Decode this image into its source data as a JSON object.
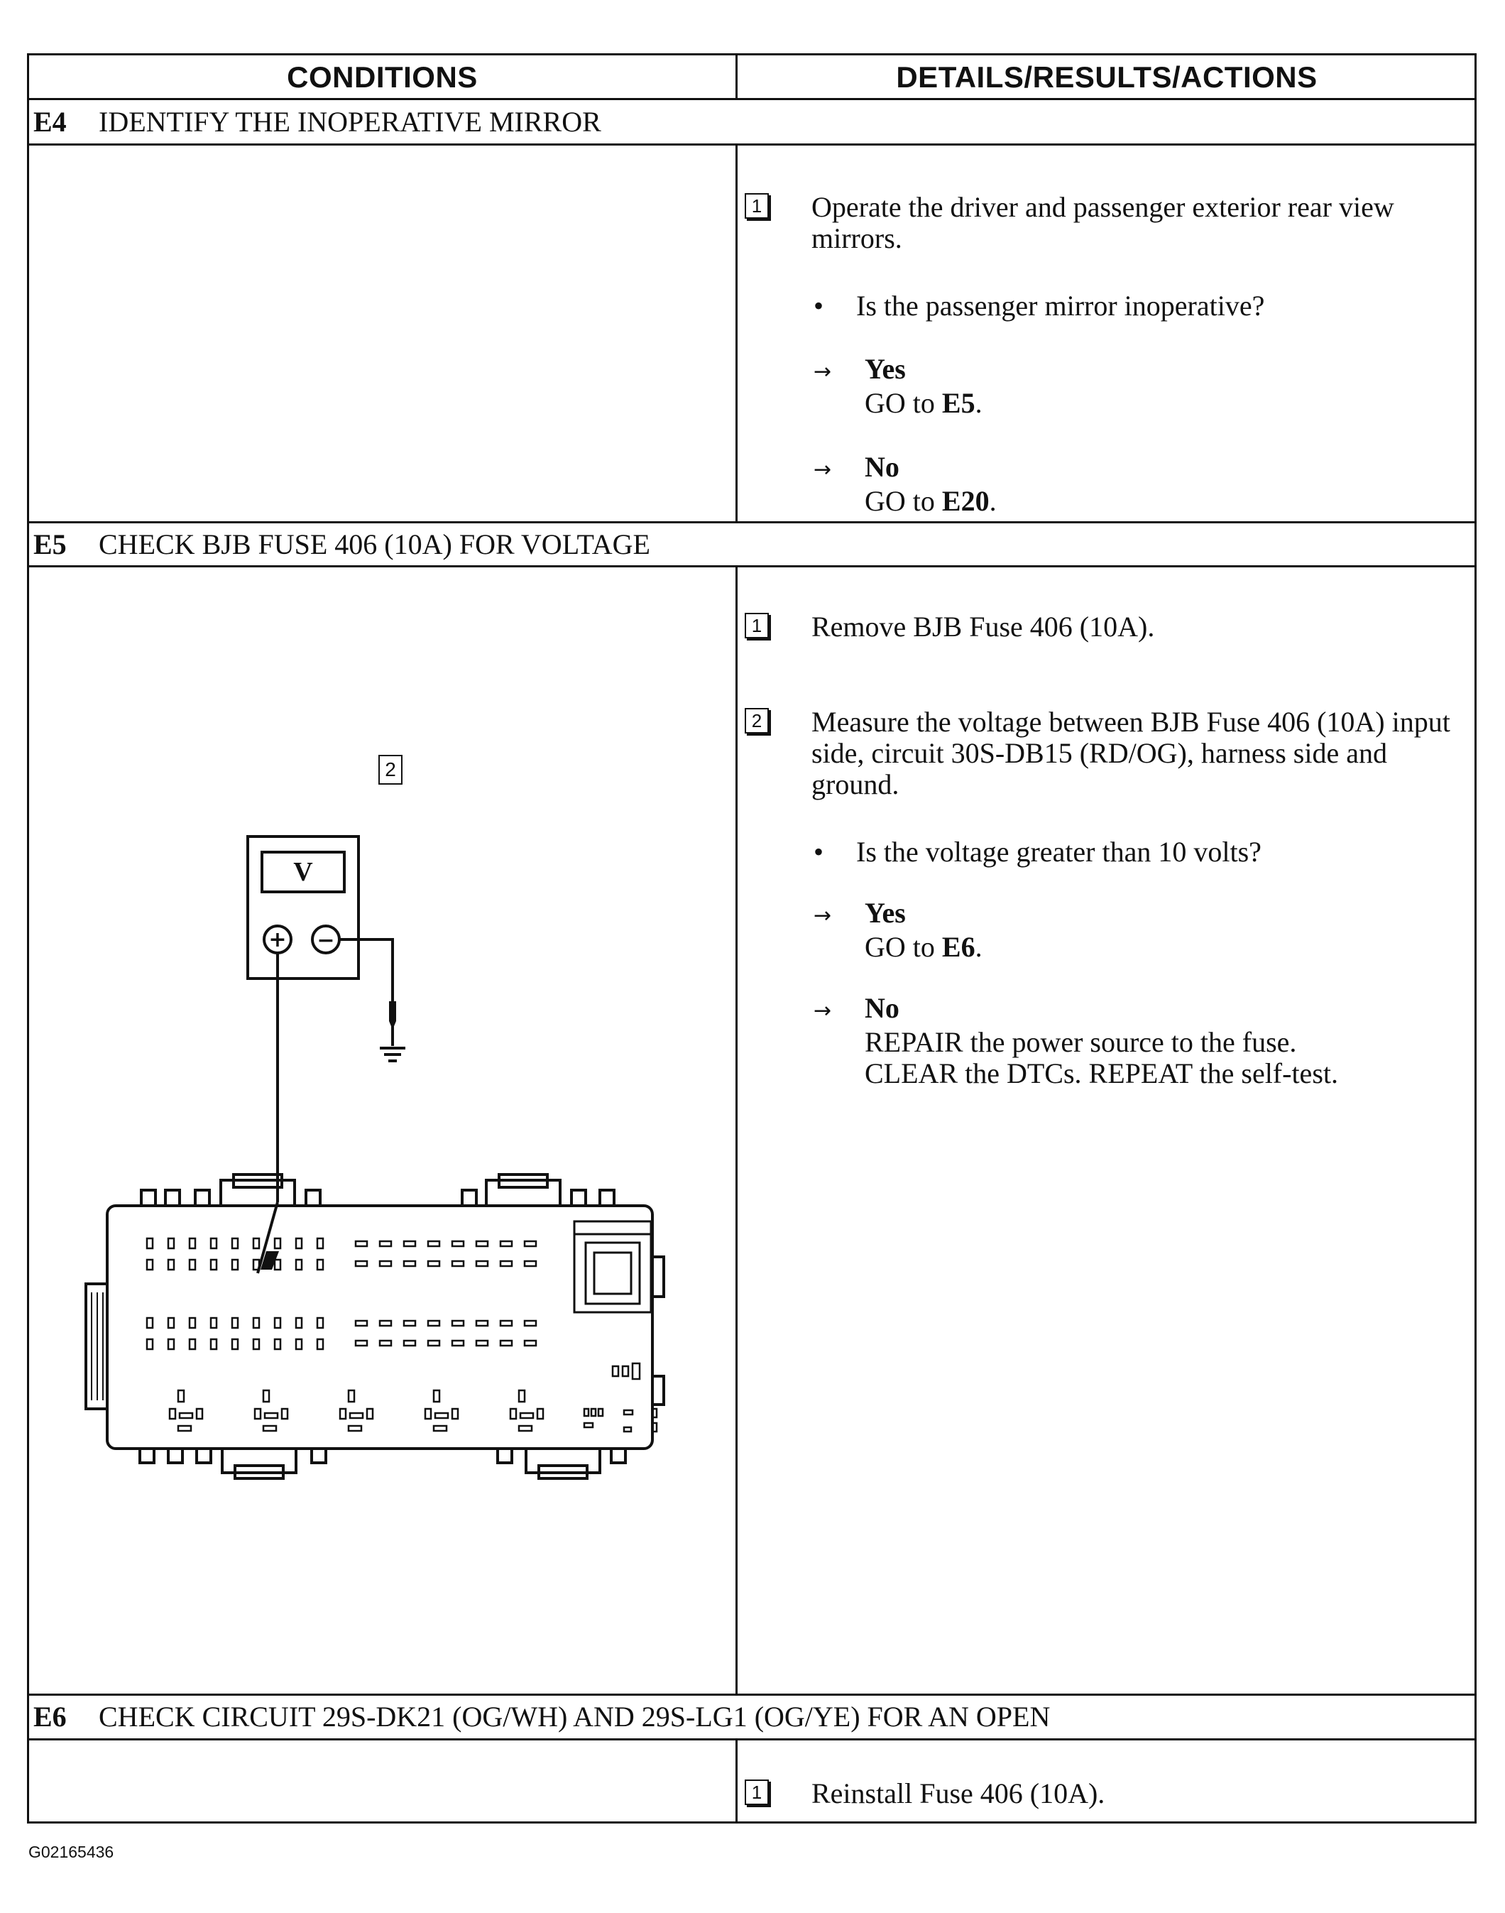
{
  "header": {
    "conditions": "CONDITIONS",
    "details": "DETAILS/RESULTS/ACTIONS"
  },
  "sections": {
    "e4": {
      "code": "E4",
      "title": "IDENTIFY THE INOPERATIVE MIRROR",
      "step1_num": "1",
      "step1_text": "Operate the driver and passenger exterior rear view mirrors.",
      "question": "Is the passenger mirror inoperative?",
      "yes_label": "Yes",
      "yes_action_pre": "GO to ",
      "yes_target": "E5",
      "no_label": "No",
      "no_action_pre": "GO to ",
      "no_target": "E20"
    },
    "e5": {
      "code": "E5",
      "title": "CHECK BJB FUSE 406 (10A) FOR VOLTAGE",
      "step1_num": "1",
      "step1_text": "Remove BJB Fuse 406 (10A).",
      "step2_num": "2",
      "step2_text": "Measure the voltage between BJB Fuse 406 (10A) input side, circuit 30S-DB15 (RD/OG), harness side and ground.",
      "question": "Is the voltage greater than 10 volts?",
      "yes_label": "Yes",
      "yes_action_pre": "GO to ",
      "yes_target": "E6",
      "no_label": "No",
      "no_action_line1": "REPAIR the power source to the fuse.",
      "no_action_line2": "CLEAR the DTCs. REPEAT the self-test.",
      "diagram_step": "2",
      "meter_label": "V",
      "meter_plus": "+",
      "meter_minus": "−"
    },
    "e6": {
      "code": "E6",
      "title": "CHECK CIRCUIT 29S-DK21 (OG/WH) AND 29S-LG1 (OG/YE) FOR AN OPEN",
      "step1_num": "1",
      "step1_text": "Reinstall Fuse 406 (10A)."
    }
  },
  "footer": {
    "figure_id": "G02165436"
  }
}
